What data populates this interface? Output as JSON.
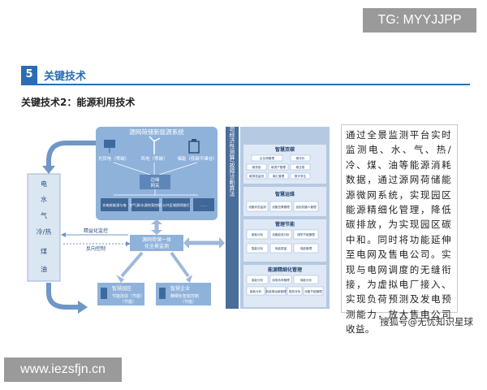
{
  "watermarks": {
    "top": "TG: MYYJJPP",
    "bottom": "www.iezsfjn.cn"
  },
  "section": {
    "number": "5",
    "title": "关键技术"
  },
  "subtitle": "关键技术2：能源利用技术",
  "diagram": {
    "system_title": "源网荷储新能源系统",
    "pv": "光伏电（零碳）",
    "wind": "风电（零碳）",
    "storage": "储能（低碳平峰谷）",
    "edge_gateway": [
      "边缘",
      "网关"
    ],
    "small_boxes": [
      "充电桩能源与电",
      "空气源/水源热泵控制",
      "公共区域照明路灯",
      "......"
    ],
    "left_bar": [
      "电",
      "水",
      "气",
      "冷/热",
      "煤",
      "油"
    ],
    "refine_monitor": "精益化监控",
    "reverse_control": "反向控制",
    "monitor_center": [
      "源网荷储一体",
      "化全景监测"
    ],
    "park_a": {
      "title": "智慧园区",
      "sub": [
        "节能改造（节能）",
        "（节能）"
      ]
    },
    "park_b": {
      "title": "智慧企业",
      "sub": [
        "精细化智能控制",
        "（节能）"
      ]
    },
    "vertical_label": "人工智能预测/经济性测算/故障诊断算法",
    "panels": [
      {
        "title": "智慧双碳",
        "items": [
          "企业碳管理",
          "碳评价",
          "碳排放",
          "碳资产管理",
          "碳交易",
          "碳排放监测",
          "碳汇管理",
          "数字孪生"
        ]
      },
      {
        "title": "智慧运维",
        "items": [
          "设备状态监测",
          "设备告警管理",
          "巡检机器人管理"
        ]
      },
      {
        "title": "管理节能",
        "items": [
          "能耗分析",
          "设备能效分析",
          "储学节能管理",
          "智能分析",
          "电能质量",
          "电能管理"
        ]
      },
      {
        "title": "能源精细化管理",
        "items": [
          "用能分析",
          "用电负荷管理",
          "用能分析",
          "能耗分析",
          "新能源运维管理",
          "能效对标",
          "设备节能管理"
        ]
      }
    ]
  },
  "description": "通过全景监测平台实时监测电、水、气、热/冷、煤、油等能源消耗数据，通过源网荷储能源微网系统，实现园区能源精细化管理，降低碳排放，为实现园区碳中和。同时将功能延伸至电网及售电公司。实现与电网调度的无缝衔接，为虚拟电厂接入、实现负荷预测及发电预测能力，放大售电公司收益。",
  "credit": "搜狐号@无忧知识星球",
  "colors": {
    "accent": "#2a6db5",
    "diagram_blue": "#7aa3d0",
    "panel_dark": "#4a6d99",
    "light_blue": "#dbe6f3"
  }
}
